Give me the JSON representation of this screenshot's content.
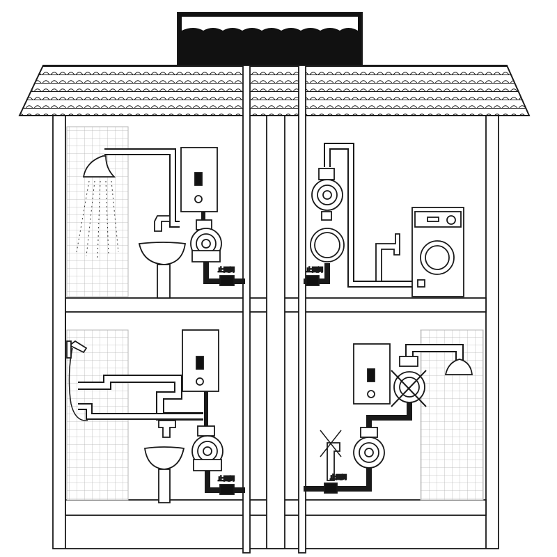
{
  "diagram": {
    "check_valve_label": "止回阀",
    "colors": {
      "line": "#1a1a1a",
      "tile": "#b5b5b5",
      "tank_water": "#111111",
      "background": "#ffffff"
    },
    "rooms": [
      {
        "position": "upper-left",
        "fixtures": [
          "shower-head",
          "water-heater",
          "faucet",
          "wash-basin",
          "booster-pump",
          "check-valve"
        ]
      },
      {
        "position": "upper-right",
        "fixtures": [
          "booster-pump",
          "pressure-gauge",
          "faucet",
          "washing-machine",
          "check-valve"
        ]
      },
      {
        "position": "lower-left",
        "fixtures": [
          "hand-shower",
          "water-heater",
          "faucet",
          "wash-basin",
          "booster-pump",
          "check-valve"
        ]
      },
      {
        "position": "lower-right",
        "fixtures": [
          "water-heater",
          "pump-crossed",
          "faucet-crossed",
          "booster-pump",
          "shower-head",
          "check-valve"
        ]
      }
    ]
  }
}
